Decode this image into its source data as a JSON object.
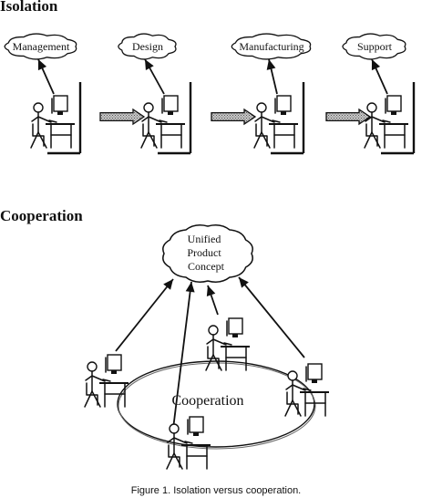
{
  "isolation": {
    "heading": "Isolation",
    "stages": [
      {
        "label": "Management"
      },
      {
        "label": "Design"
      },
      {
        "label": "Manufacturing"
      },
      {
        "label": "Support"
      }
    ]
  },
  "cooperation": {
    "heading": "Cooperation",
    "concept_lines": [
      "Unified",
      "Product",
      "Concept"
    ],
    "ellipse_label": "Cooperation"
  },
  "caption": "Figure 1.  Isolation versus cooperation."
}
